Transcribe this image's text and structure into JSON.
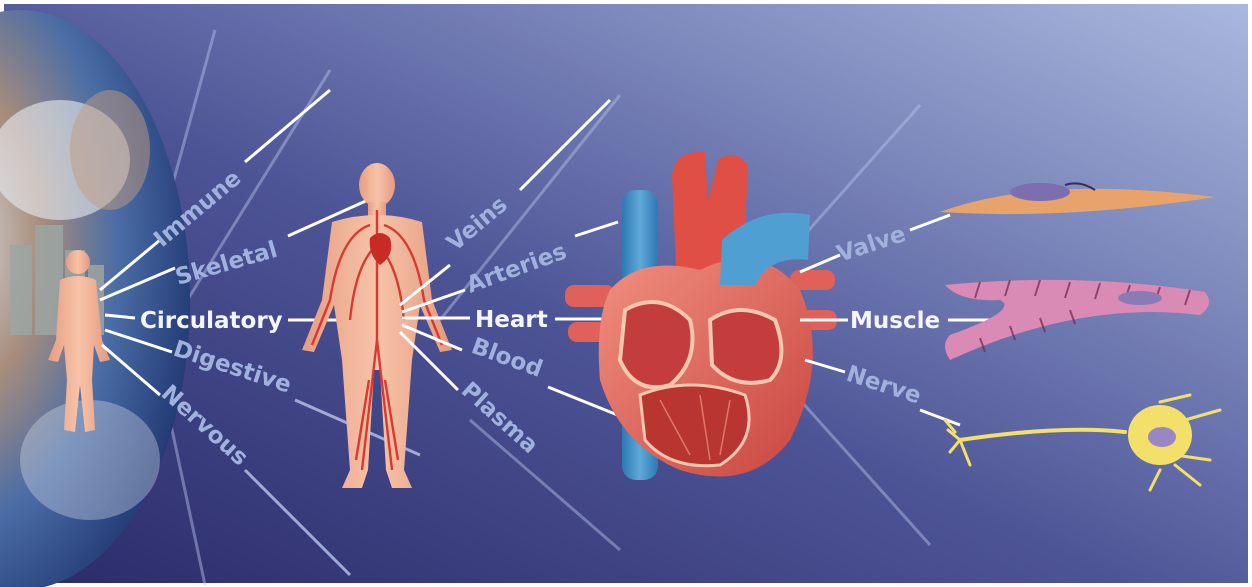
{
  "labels": {
    "immune": "Immune",
    "skeletal": "Skeletal",
    "circulatory": "Circulatory",
    "digestive": "Digestive",
    "nervous": "Nervous",
    "veins": "Veins",
    "arteries": "Arteries",
    "heart": "Heart",
    "blood": "Blood",
    "plasma": "Plasma",
    "valve": "Valve",
    "muscle": "Muscle",
    "nerve": "Nerve"
  },
  "colors": {
    "background_dark": "#2f2e6e",
    "background_light": "#a9b8dd",
    "skin": "#f2b59a",
    "vessel_red": "#d83a32",
    "vein_blue": "#3f8ec4",
    "nerve_yellow": "#f3e06a",
    "muscle_pink": "#d98ab5",
    "label_white": "#f4f6ff",
    "label_soft": "#9fb1dc"
  }
}
